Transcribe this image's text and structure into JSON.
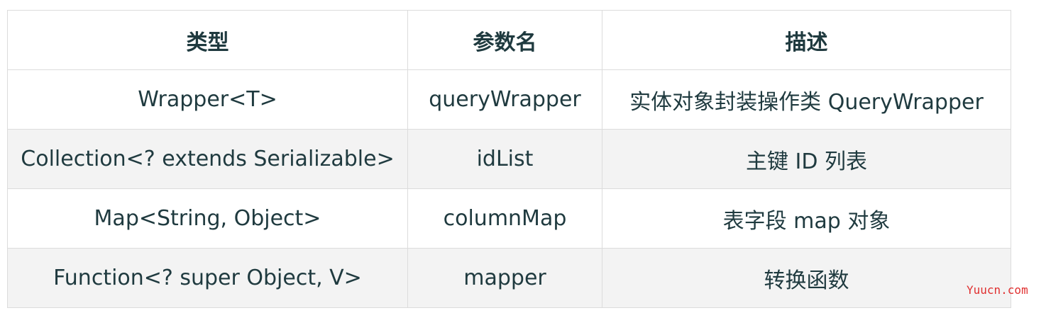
{
  "table": {
    "headers": [
      "类型",
      "参数名",
      "描述"
    ],
    "rows": [
      [
        "Wrapper<T>",
        "queryWrapper",
        "实体对象封装操作类 QueryWrapper"
      ],
      [
        "Collection<? extends Serializable>",
        "idList",
        "主键 ID 列表"
      ],
      [
        "Map<String, Object>",
        "columnMap",
        "表字段 map 对象"
      ],
      [
        "Function<? super Object, V>",
        "mapper",
        "转换函数"
      ]
    ]
  },
  "watermark": {
    "text": "Yuucn.com",
    "color": "#e03030"
  }
}
